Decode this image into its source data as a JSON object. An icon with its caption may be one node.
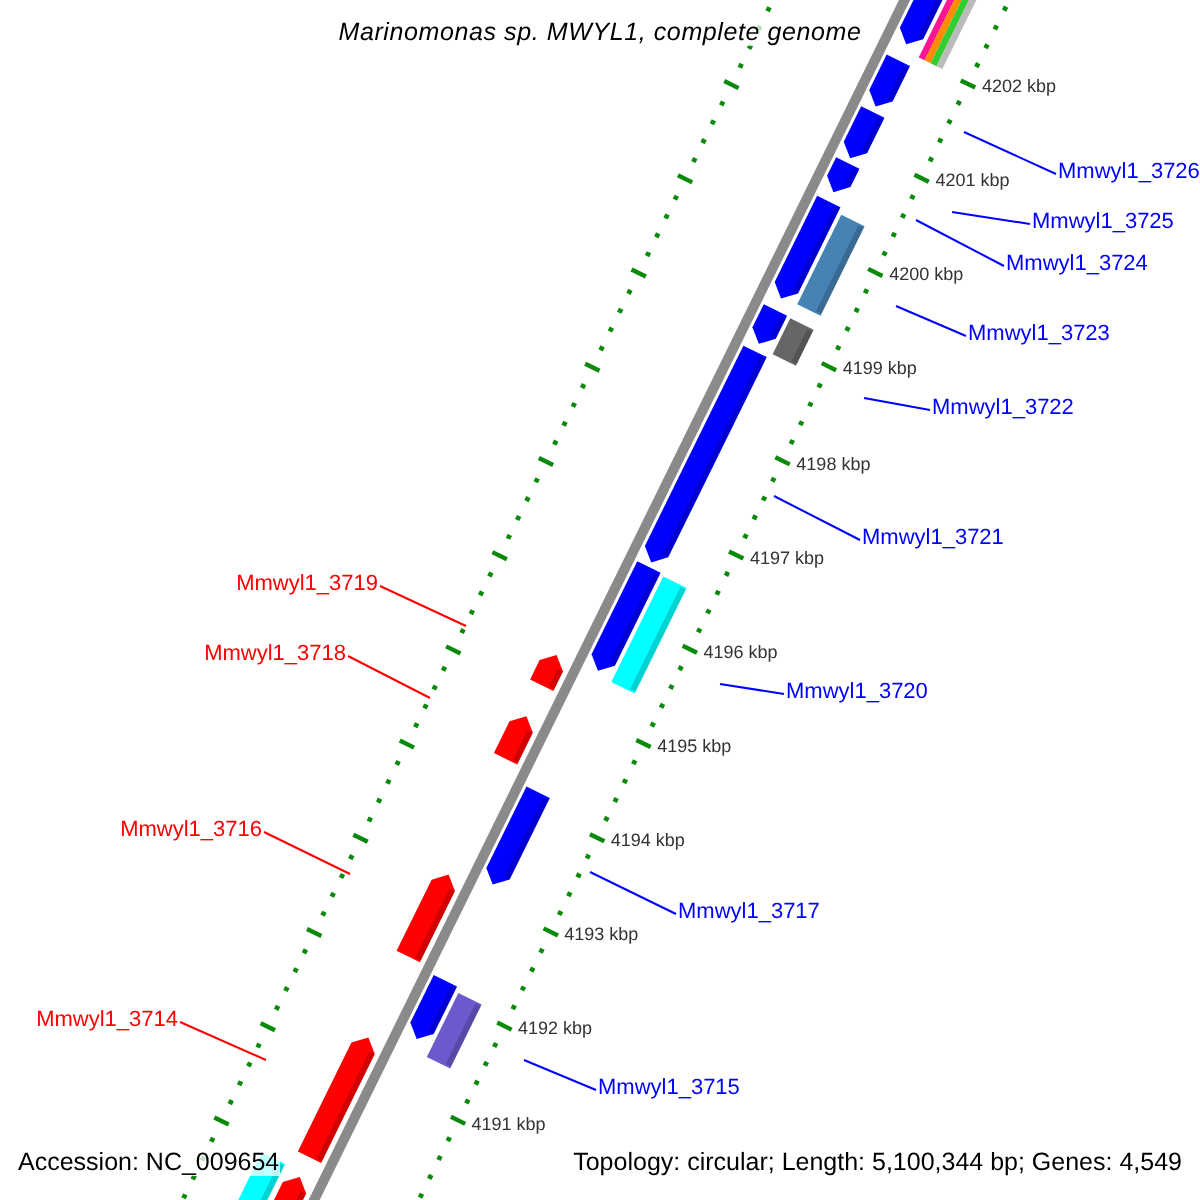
{
  "diagram": {
    "title": "Marinomonas sp. MWYL1, complete genome",
    "nodes": [
      {
        "text": [
          "Mmwyl1_3726"
        ]
      },
      {
        "text": [
          "Mmwyl1_3725"
        ]
      },
      {
        "text": [
          "Mmwyl1_3724"
        ]
      },
      {
        "text": [
          "Mmwyl1_3723"
        ]
      },
      {
        "text": [
          "Mmwyl1_3722"
        ]
      },
      {
        "text": [
          "Mmwyl1_3721"
        ]
      },
      {
        "text": [
          "Mmwyl1_3719"
        ]
      },
      {
        "text": [
          "Mmwyl1_3718"
        ]
      },
      {
        "text": [
          "Mmwyl1_3720"
        ]
      },
      {
        "text": [
          "Mmwyl1_3716"
        ]
      },
      {
        "text": [
          "Mmwyl1_3717"
        ]
      },
      {
        "text": [
          "Mmwyl1_3714"
        ]
      },
      {
        "text": [
          "Mmwyl1_3715"
        ]
      }
    ],
    "edges": [
      {
        "from": 0,
        "to": null,
        "arrow": "none"
      },
      {
        "from": 1,
        "to": null,
        "arrow": "none"
      },
      {
        "from": 2,
        "to": null,
        "arrow": "none"
      },
      {
        "from": 3,
        "to": null,
        "arrow": "none"
      },
      {
        "from": 4,
        "to": null,
        "arrow": "none"
      },
      {
        "from": 5,
        "to": null,
        "arrow": "none"
      },
      {
        "from": 6,
        "to": null,
        "arrow": "none",
        "color": "#ff0000"
      },
      {
        "from": 7,
        "to": null,
        "arrow": "none",
        "color": "#ff0000"
      },
      {
        "from": 8,
        "to": null,
        "arrow": "none"
      },
      {
        "from": 9,
        "to": null,
        "arrow": "none",
        "color": "#ff0000"
      },
      {
        "from": 10,
        "to": null,
        "arrow": "none"
      },
      {
        "from": 11,
        "to": null,
        "arrow": "none",
        "color": "#ff0000"
      },
      {
        "from": 12,
        "to": null,
        "arrow": "none"
      }
    ],
    "labels": [
      "4202 kbp",
      "4201 kbp",
      "4200 kbp",
      "4199 kbp",
      "4198 kbp",
      "4197 kbp",
      "4196 kbp",
      "4195 kbp",
      "4194 kbp",
      "4193 kbp",
      "4192 kbp",
      "4191 kbp",
      "Accession: NC_009654",
      "Topology: circular; Length: 5,100,344 bp; Genes: 4,549"
    ]
  }
}
